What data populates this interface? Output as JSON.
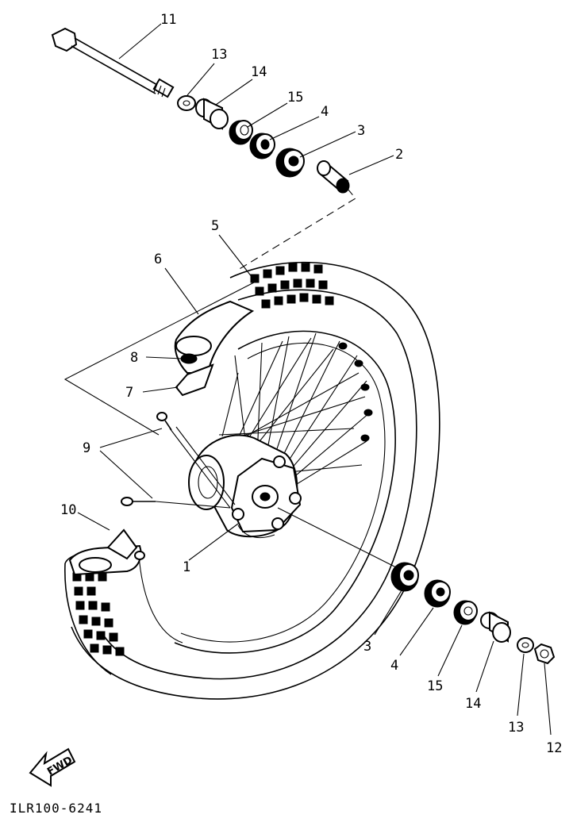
{
  "diagram": {
    "part_labels": {
      "p1": "1",
      "p2": "2",
      "p3_top": "3",
      "p3_bottom": "3",
      "p4_top": "4",
      "p4_bottom": "4",
      "p5": "5",
      "p6": "6",
      "p7": "7",
      "p8": "8",
      "p9": "9",
      "p10": "10",
      "p11": "11",
      "p12": "12",
      "p13_top": "13",
      "p13_bottom": "13",
      "p14_top": "14",
      "p14_bottom": "14",
      "p15_top": "15",
      "p15_bottom": "15"
    },
    "fwd_arrow_label": "FWD",
    "diagram_code": "ILR100-6241"
  }
}
